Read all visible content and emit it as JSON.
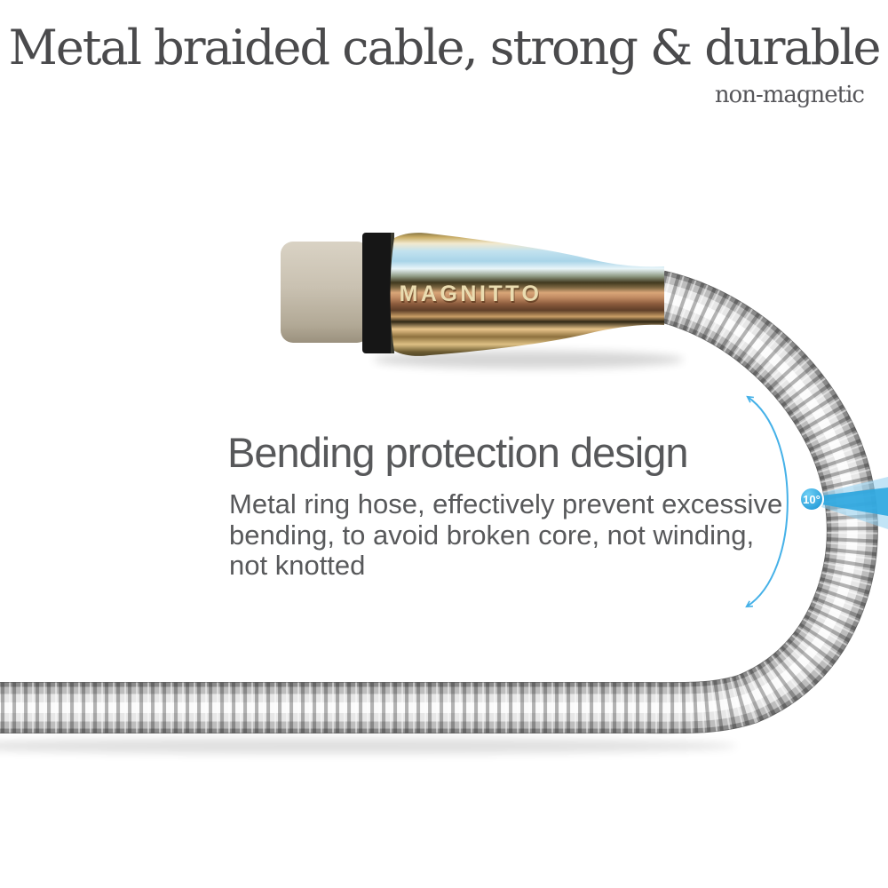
{
  "header": {
    "title": "Metal braided cable, strong & durable",
    "subtitle": "non-magnetic"
  },
  "connector": {
    "brand": "MAGNITTO"
  },
  "feature": {
    "heading": "Bending protection design",
    "body_lines": [
      "Metal ring hose, effectively prevent excessive",
      "bending, to avoid broken core, not winding,",
      "not knotted"
    ]
  },
  "annotation": {
    "angle": "10°"
  },
  "colors": {
    "accent_blue": "#2ea7e0",
    "title_gray": "#4a4a4c",
    "text_gray": "#58595b",
    "brand_text": "#eadcb0"
  }
}
